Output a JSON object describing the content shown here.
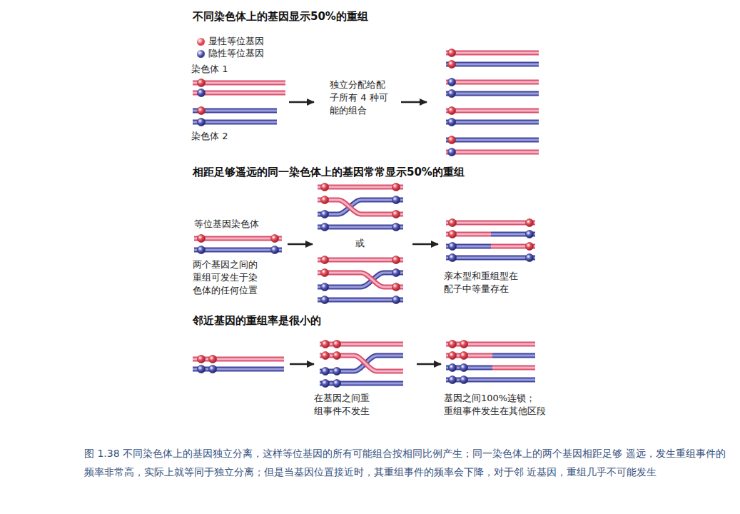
{
  "diagram": {
    "caption": "图 1.38 不同染色体上的基因独立分离，这样等位基因的所有可能组合按相同比例产生；同一染色体上的两个基因相距足够 遥远，发生重组事件的频率非常高，实际上就等同于独立分离；但是当基因位置接近时，其重组事件的频率会下降，对于邻 近基因，重组几乎不可能发生",
    "labels": [
      "不同染色体上的基因显示50%的重组",
      "染色体 1",
      "染色体 2",
      "独立分配给配 子所有 4 种可 能的组合",
      "相距足够遥远的同一染色体上的基因常常显示50%的重组",
      "等位基因染色体",
      "两个基因之间的 重组可发生于染 色体的任何位置",
      "或",
      "亲本型和重组型在 配子中等量存在",
      "邻近基因的重组率是很小的",
      "在基因之间重 组事件不发生",
      "基因之间100%连锁； 重组事件发生在其他区段"
    ],
    "legend": [
      {
        "text": "显性等位基因",
        "color": "#e0404f"
      },
      {
        "text": "隐性等位基因",
        "color": "#3d429e"
      }
    ]
  }
}
